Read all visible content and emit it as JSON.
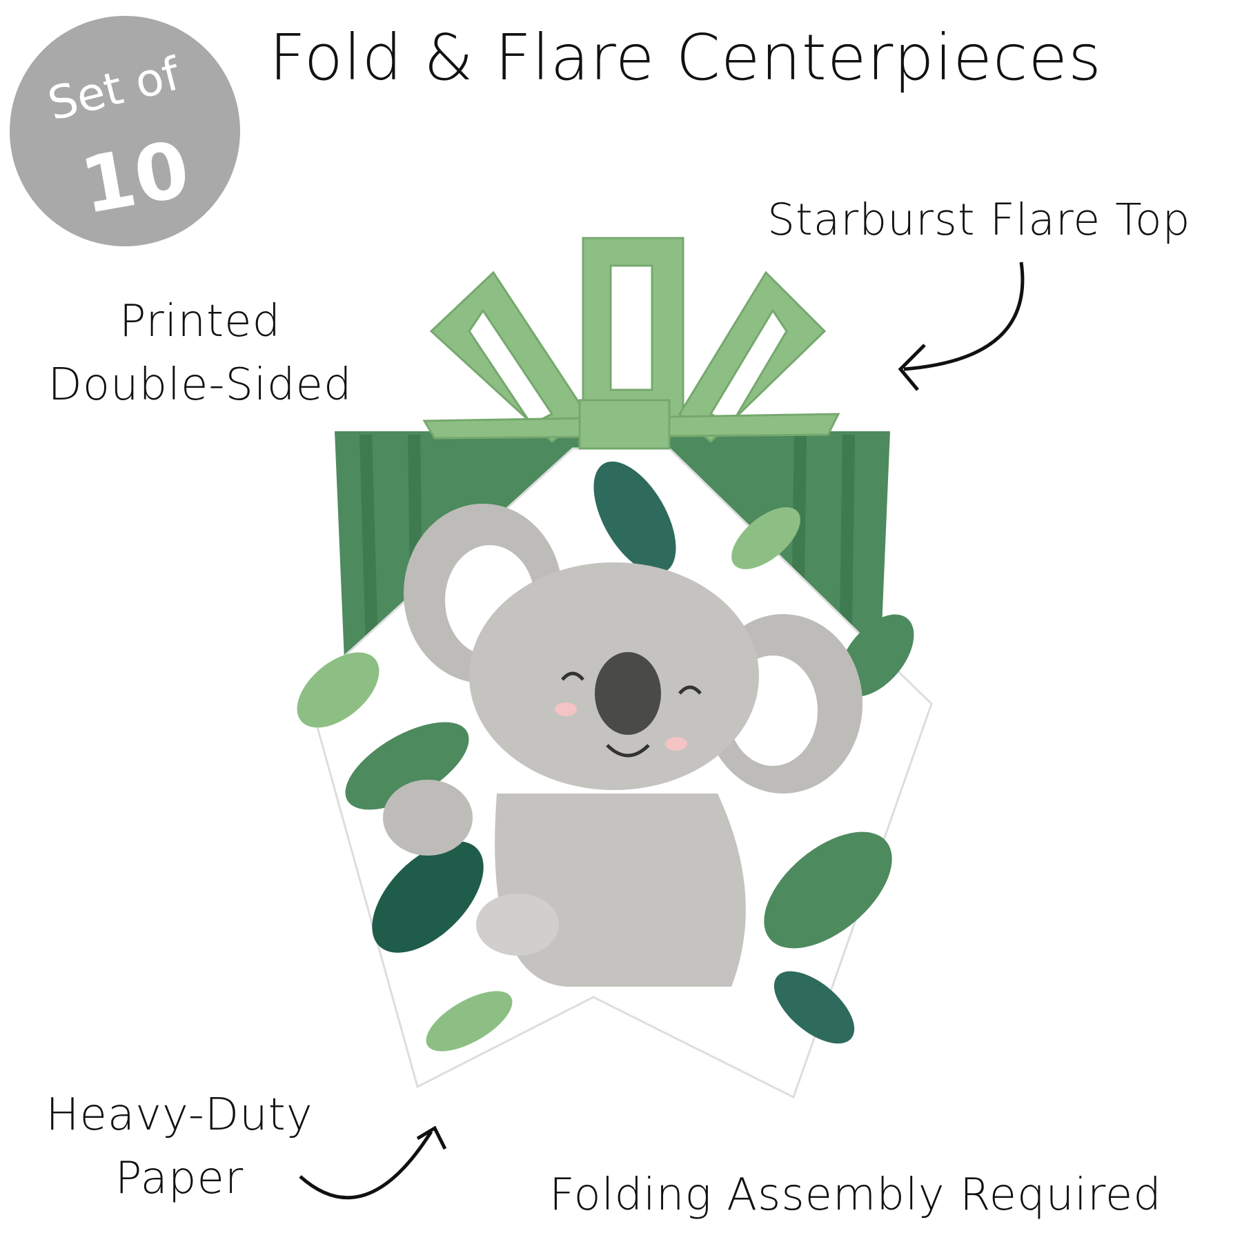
{
  "title": "Fold & Flare Centerpieces",
  "badge": {
    "line1": "Set of",
    "line2": "10"
  },
  "callouts": {
    "starburst": "Starburst Flare Top",
    "printed_line1": "Printed",
    "printed_line2": "Double-Sided",
    "heavy_line1": "Heavy-Duty",
    "heavy_line2": "Paper",
    "folding": "Folding Assembly Required"
  },
  "colors": {
    "badge": "#a9a9a9",
    "flare_green": "#8dbf84",
    "panel_green": "#4d8a5e",
    "koala_gray": "#bdbcb8"
  }
}
